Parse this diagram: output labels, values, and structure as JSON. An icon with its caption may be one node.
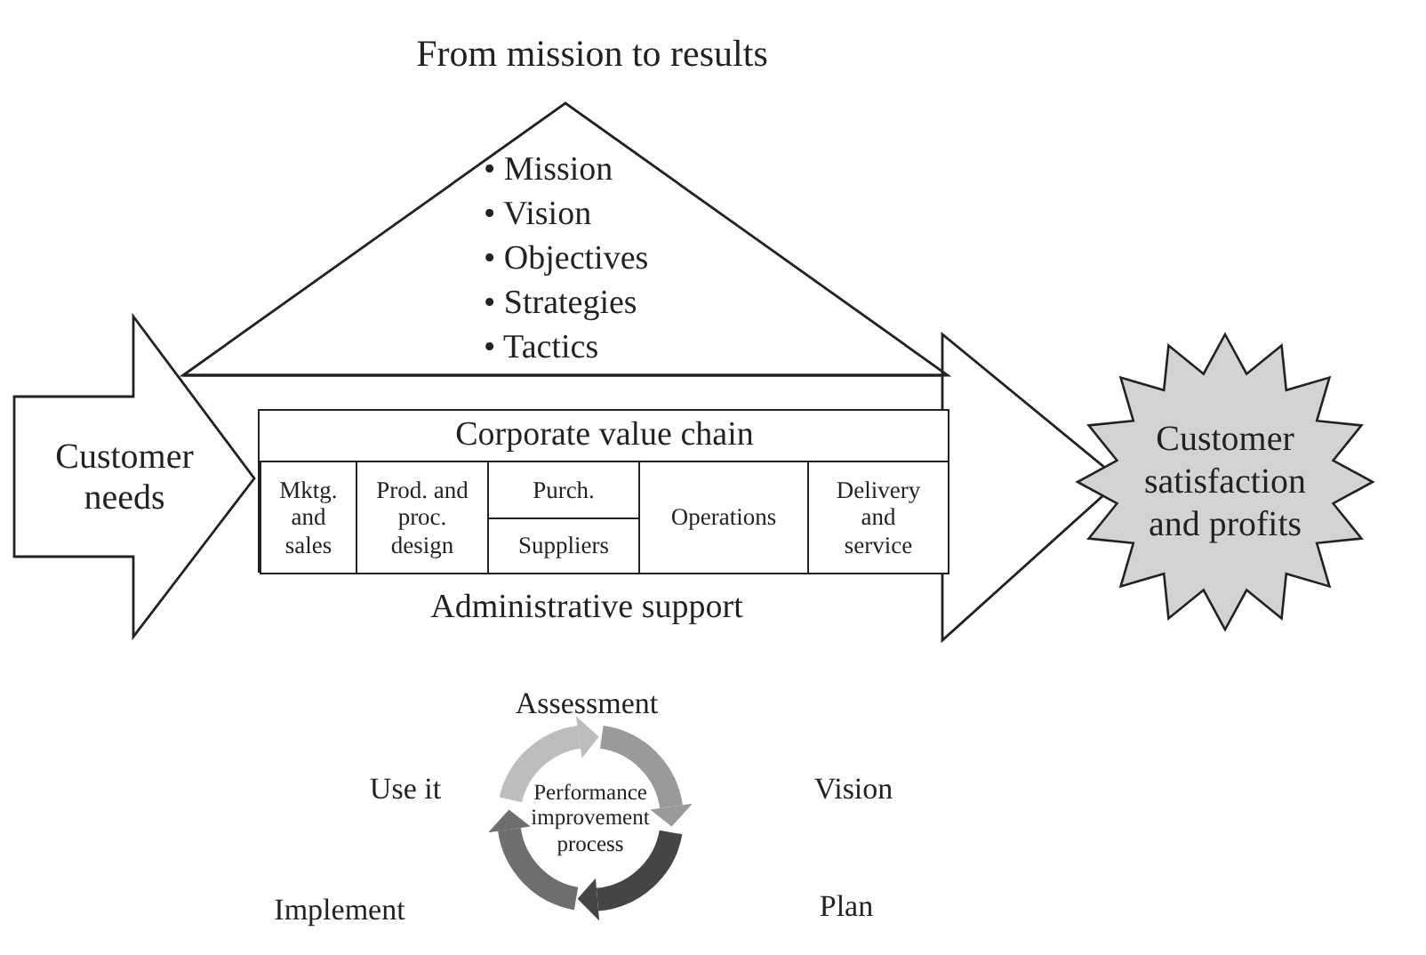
{
  "diagram": {
    "title": "From mission to results",
    "nodes": [
      {
        "text": [
          "• Mission",
          "• Vision",
          "• Objectives",
          "• Strategies",
          "• Tactics"
        ]
      },
      {
        "text": [
          "Customer needs"
        ]
      },
      {
        "text": [
          "Administrative support"
        ]
      },
      {
        "text": [
          "Corporate value chain"
        ],
        "in": 2
      },
      {
        "text": [
          "Mktg. and sales"
        ],
        "in": 3
      },
      {
        "text": [
          "Prod. and proc. design"
        ],
        "in": 3
      },
      {
        "text": [
          "Purch."
        ],
        "in": 3
      },
      {
        "text": [
          "Suppliers"
        ],
        "in": 3
      },
      {
        "text": [
          "Operations"
        ],
        "in": 3
      },
      {
        "text": [
          "Delivery and service"
        ],
        "in": 3
      },
      {
        "text": [
          "Customer satisfaction and profits"
        ]
      }
    ],
    "edges": [],
    "labels": [
      "Assessment",
      "Use it",
      "Performance improvement process",
      "Vision",
      "Implement",
      "Plan"
    ]
  }
}
